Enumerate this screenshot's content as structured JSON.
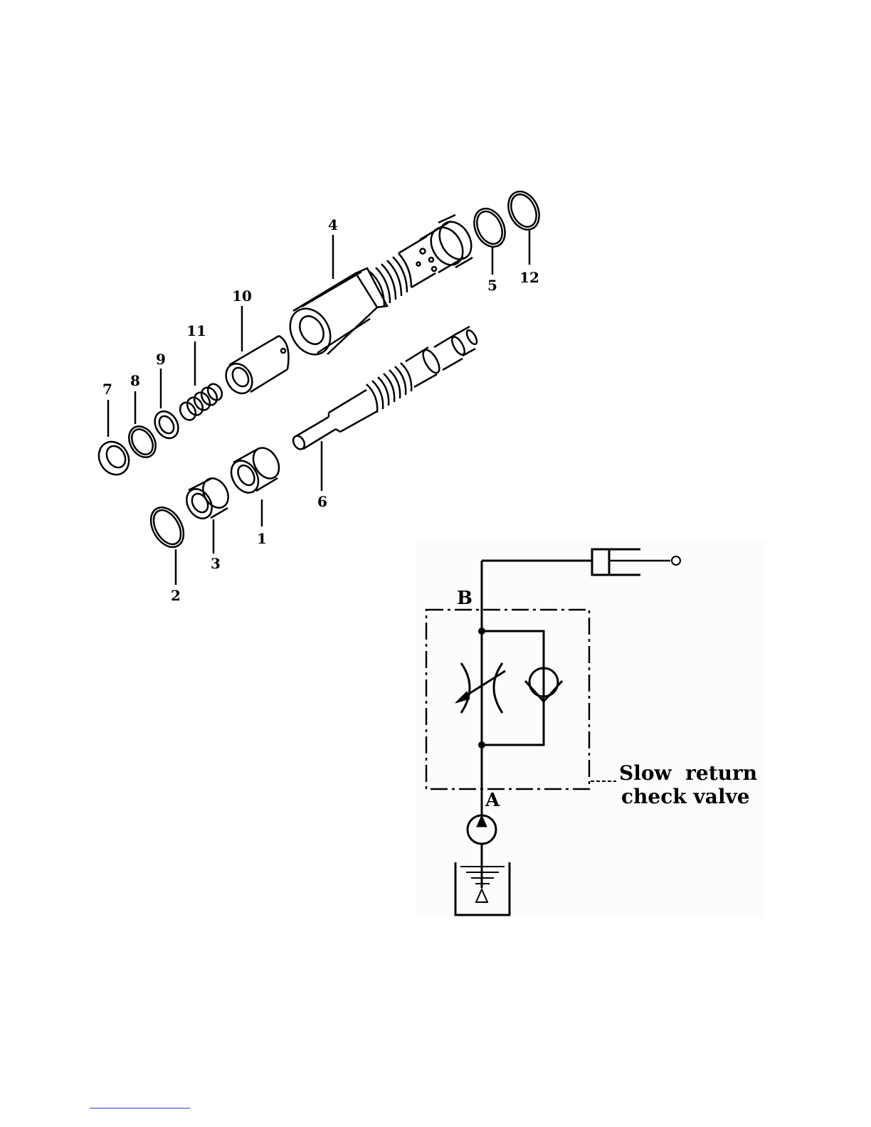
{
  "exploded_view": {
    "part_labels": [
      "1",
      "2",
      "3",
      "4",
      "5",
      "6",
      "7",
      "8",
      "9",
      "10",
      "11",
      "12"
    ]
  },
  "schematic": {
    "port_a": "A",
    "port_b": "B",
    "caption_line1": "Slow  return",
    "caption_line2": "check valve"
  },
  "colors": {
    "ink": "#000000",
    "footnote_rule": "#2a3bd6"
  }
}
